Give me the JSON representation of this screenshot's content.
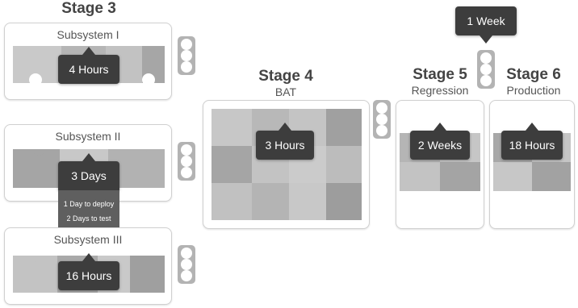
{
  "stages": {
    "s3": {
      "title": "Stage 3"
    },
    "s4": {
      "title": "Stage 4",
      "subtitle": "BAT"
    },
    "s5": {
      "title": "Stage 5",
      "subtitle": "Regression"
    },
    "s6": {
      "title": "Stage 6",
      "subtitle": "Production"
    }
  },
  "subsystems": [
    {
      "label": "Subsystem I",
      "duration": "4 Hours"
    },
    {
      "label": "Subsystem II",
      "duration": "3 Days",
      "details": [
        "1 Day to deploy",
        "2 Days to test"
      ]
    },
    {
      "label": "Subsystem III",
      "duration": "16 Hours"
    }
  ],
  "durations": {
    "bat": "3 Hours",
    "regression": "2 Weeks",
    "production": "18 Hours",
    "gate": "1 Week"
  },
  "colors": {
    "callout": "#3d3d3d",
    "puzzle_light": "#c4c4c4",
    "puzzle_dark": "#9a9a9a",
    "light": "#b3b3b3"
  }
}
